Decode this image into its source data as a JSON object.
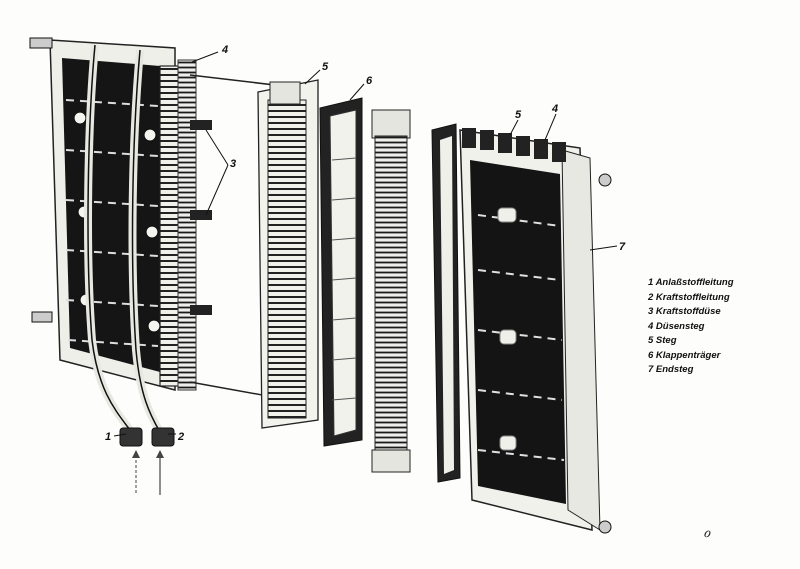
{
  "figure": {
    "callouts": {
      "c1": "1",
      "c2": "2",
      "c3": "3",
      "c4a": "4",
      "c4b": "4",
      "c5a": "5",
      "c5b": "5",
      "c6": "6",
      "c7": "7"
    },
    "legend": [
      "1 Anlaßstoffleitung",
      "2 Kraftstoffleitung",
      "3 Kraftstoffdüse",
      "4 Düsensteg",
      "5 Steg",
      "6 Klappenträger",
      "7 Endsteg"
    ],
    "corner_mark": "ℴ"
  }
}
